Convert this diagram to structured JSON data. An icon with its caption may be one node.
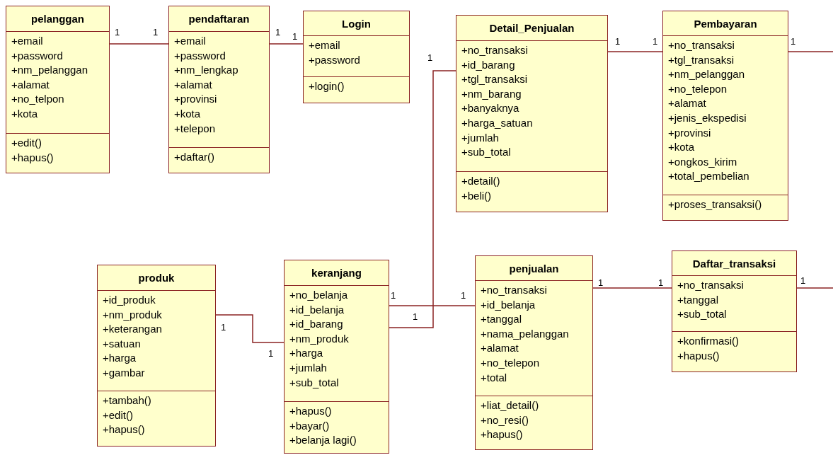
{
  "diagram": {
    "nodes": [
      {
        "text": [
          "pelanggan",
          "+email",
          "+password",
          "+nm_pelanggan",
          "+alamat",
          "+no_telpon",
          "+kota",
          "+edit()",
          "+hapus()"
        ]
      },
      {
        "text": [
          "pendaftaran",
          "+email",
          "+password",
          "+nm_lengkap",
          "+alamat",
          "+provinsi",
          "+kota",
          "+telepon",
          "+daftar()"
        ]
      },
      {
        "text": [
          "Login",
          "+email",
          "+password",
          "+login()"
        ]
      },
      {
        "text": [
          "Detail_Penjualan",
          "+no_transaksi",
          "+id_barang",
          "+tgl_transaksi",
          "+nm_barang",
          "+banyaknya",
          "+harga_satuan",
          "+jumlah",
          "+sub_total",
          "+detail()",
          "+beli()"
        ]
      },
      {
        "text": [
          "Pembayaran",
          "+no_transaksi",
          "+tgl_transaksi",
          "+nm_pelanggan",
          "+no_telepon",
          "+alamat",
          "+jenis_ekspedisi",
          "+provinsi",
          "+kota",
          "+ongkos_kirim",
          "+total_pembelian",
          "+proses_transaksi()"
        ]
      },
      {
        "text": [
          "produk",
          "+id_produk",
          "+nm_produk",
          "+keterangan",
          "+satuan",
          "+harga",
          "+gambar",
          "+tambah()",
          "+edit()",
          "+hapus()"
        ]
      },
      {
        "text": [
          "keranjang",
          "+no_belanja",
          "+id_belanja",
          "+id_barang",
          "+nm_produk",
          "+harga",
          "+jumlah",
          "+sub_total",
          "+hapus()",
          "+bayar()",
          "+belanja lagi()"
        ]
      },
      {
        "text": [
          "penjualan",
          "+no_transaksi",
          "+id_belanja",
          "+tanggal",
          "+nama_pelanggan",
          "+alamat",
          "+no_telepon",
          "+total",
          "+liat_detail()",
          "+no_resi()",
          "+hapus()"
        ]
      },
      {
        "text": [
          "Daftar_transaksi",
          "+no_transaksi",
          "+tanggal",
          "+sub_total",
          "+konfirmasi()",
          "+hapus()"
        ]
      }
    ],
    "edges": [
      {
        "from": 0,
        "to": 1,
        "arrow": "none"
      },
      {
        "from": 1,
        "to": 2,
        "arrow": "none"
      },
      {
        "from": 3,
        "to": 4,
        "arrow": "none"
      },
      {
        "from": 4,
        "to": null,
        "arrow": "none"
      },
      {
        "from": 5,
        "to": 6,
        "arrow": "none"
      },
      {
        "from": 6,
        "to": 3,
        "arrow": "none"
      },
      {
        "from": 6,
        "to": 7,
        "arrow": "none"
      },
      {
        "from": 7,
        "to": 8,
        "arrow": "none"
      },
      {
        "from": 8,
        "to": null,
        "arrow": "none"
      }
    ],
    "labels": [
      "1",
      "1",
      "1",
      "1",
      "1",
      "1",
      "1",
      "1",
      "1",
      "1",
      "1",
      "1",
      "1",
      "1",
      "1",
      "1"
    ]
  }
}
